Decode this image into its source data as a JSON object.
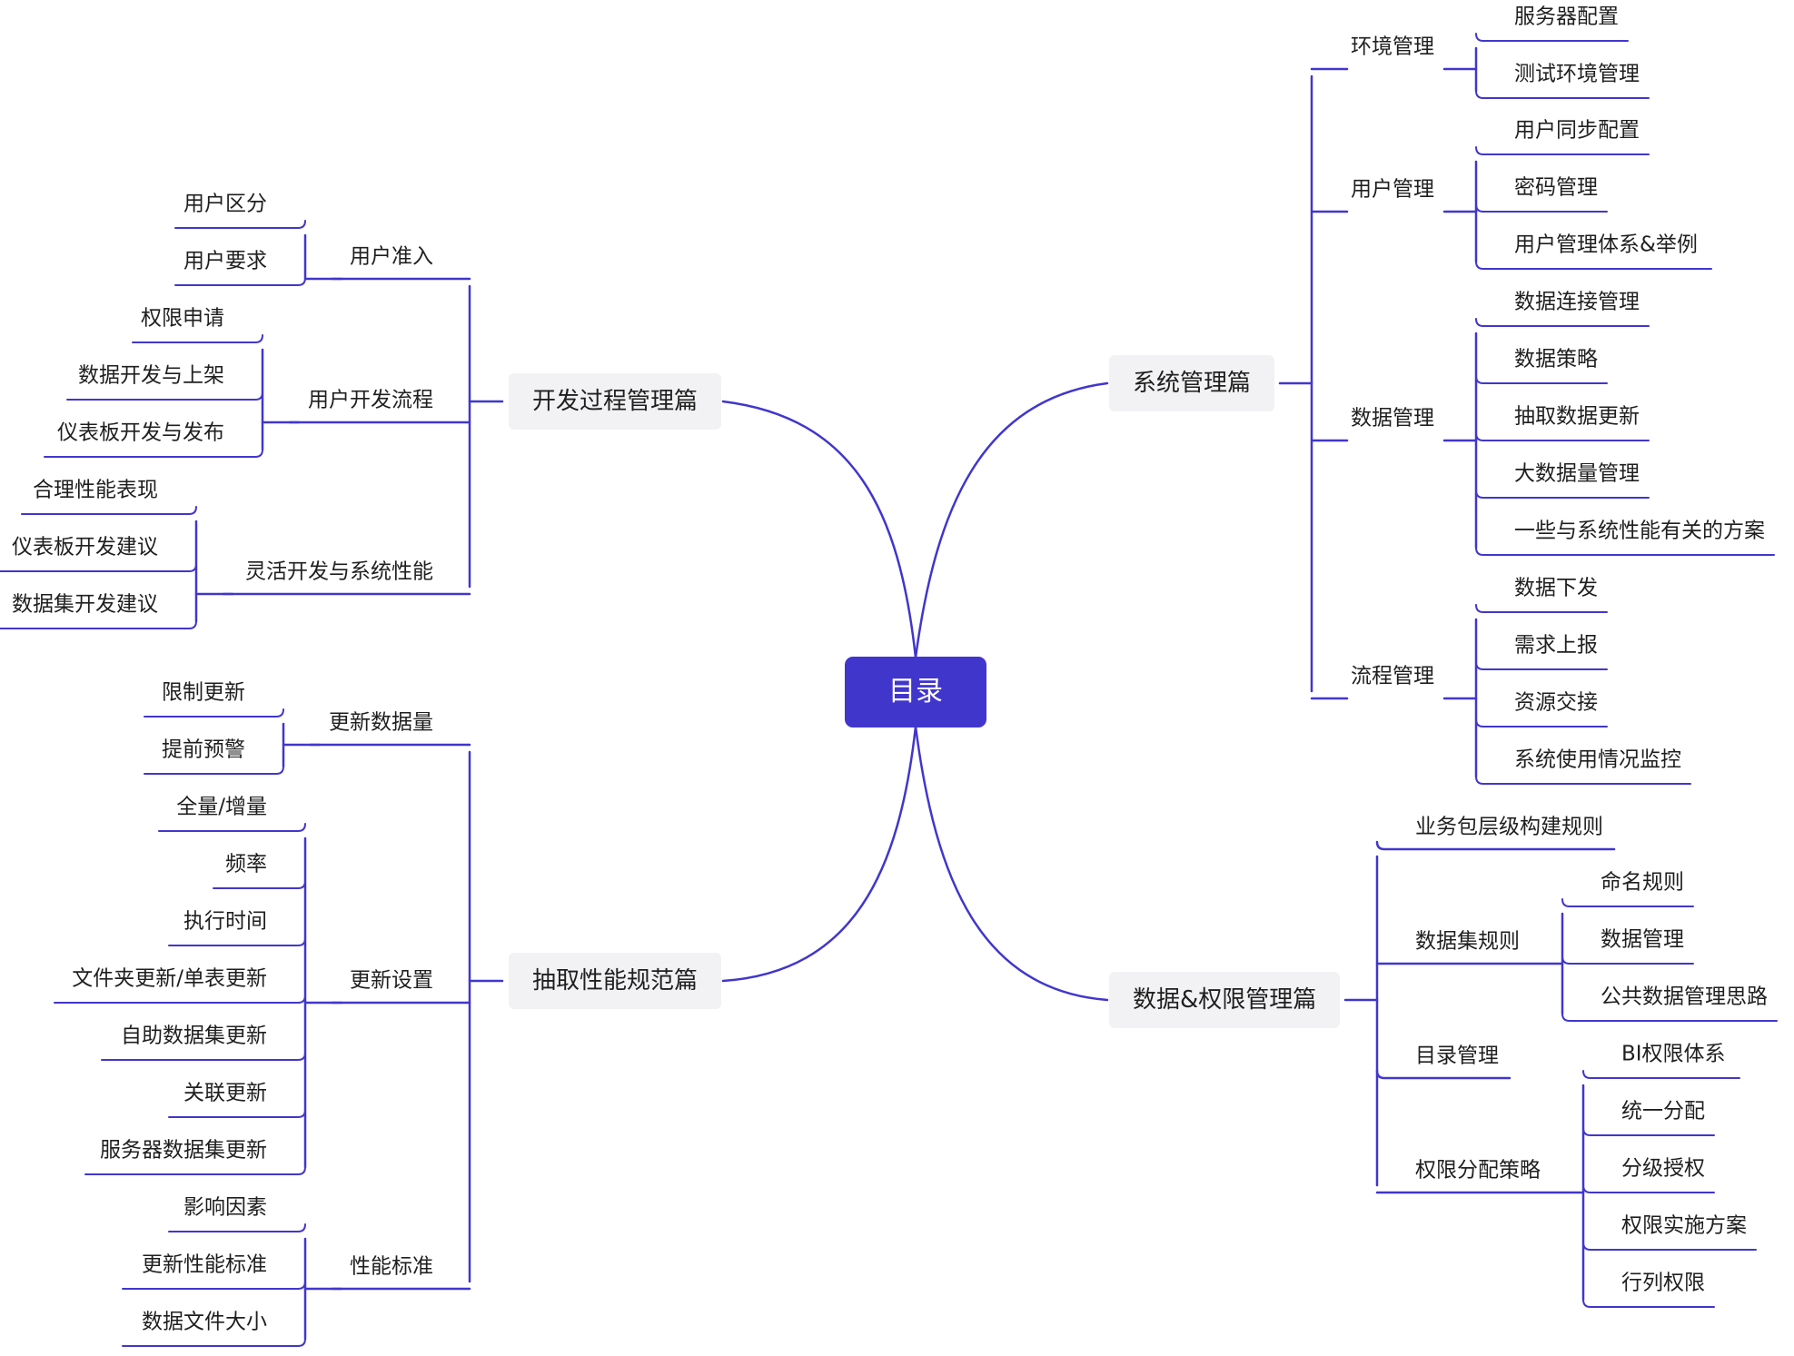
{
  "colors": {
    "line": "#4136cc",
    "root_bg": "#4136cc",
    "branch_bg": "#f2f2f4",
    "text": "#1f1f1f"
  },
  "root": "目录",
  "branches": [
    {
      "id": "dev",
      "label": "开发过程管理篇",
      "children": [
        {
          "label": "用户准入",
          "children": [
            "用户区分",
            "用户要求"
          ]
        },
        {
          "label": "用户开发流程",
          "children": [
            "权限申请",
            "数据开发与上架",
            "仪表板开发与发布"
          ]
        },
        {
          "label": "灵活开发与系统性能",
          "children": [
            "合理性能表现",
            "仪表板开发建议",
            "数据集开发建议"
          ]
        }
      ]
    },
    {
      "id": "perf",
      "label": "抽取性能规范篇",
      "children": [
        {
          "label": "更新数据量",
          "children": [
            "限制更新",
            "提前预警"
          ]
        },
        {
          "label": "更新设置",
          "children": [
            "全量/增量",
            "频率",
            "执行时间",
            "文件夹更新/单表更新",
            "自助数据集更新",
            "关联更新",
            "服务器数据集更新"
          ]
        },
        {
          "label": "性能标准",
          "children": [
            "影响因素",
            "更新性能标准",
            "数据文件大小"
          ]
        }
      ]
    },
    {
      "id": "sys",
      "label": "系统管理篇",
      "children": [
        {
          "label": "环境管理",
          "children": [
            "服务器配置",
            "测试环境管理"
          ]
        },
        {
          "label": "用户管理",
          "children": [
            "用户同步配置",
            "密码管理",
            "用户管理体系&举例"
          ]
        },
        {
          "label": "数据管理",
          "children": [
            "数据连接管理",
            "数据策略",
            "抽取数据更新",
            "大数据量管理",
            "一些与系统性能有关的方案"
          ]
        },
        {
          "label": "流程管理",
          "children": [
            "数据下发",
            "需求上报",
            "资源交接",
            "系统使用情况监控"
          ]
        }
      ]
    },
    {
      "id": "data",
      "label": "数据&权限管理篇",
      "children": [
        {
          "label": "业务包层级构建规则",
          "children": []
        },
        {
          "label": "数据集规则",
          "children": [
            "命名规则",
            "数据管理",
            "公共数据管理思路"
          ]
        },
        {
          "label": "目录管理",
          "children": []
        },
        {
          "label": "权限分配策略",
          "children": [
            "BI权限体系",
            "统一分配",
            "分级授权",
            "权限实施方案",
            "行列权限"
          ]
        }
      ]
    }
  ]
}
